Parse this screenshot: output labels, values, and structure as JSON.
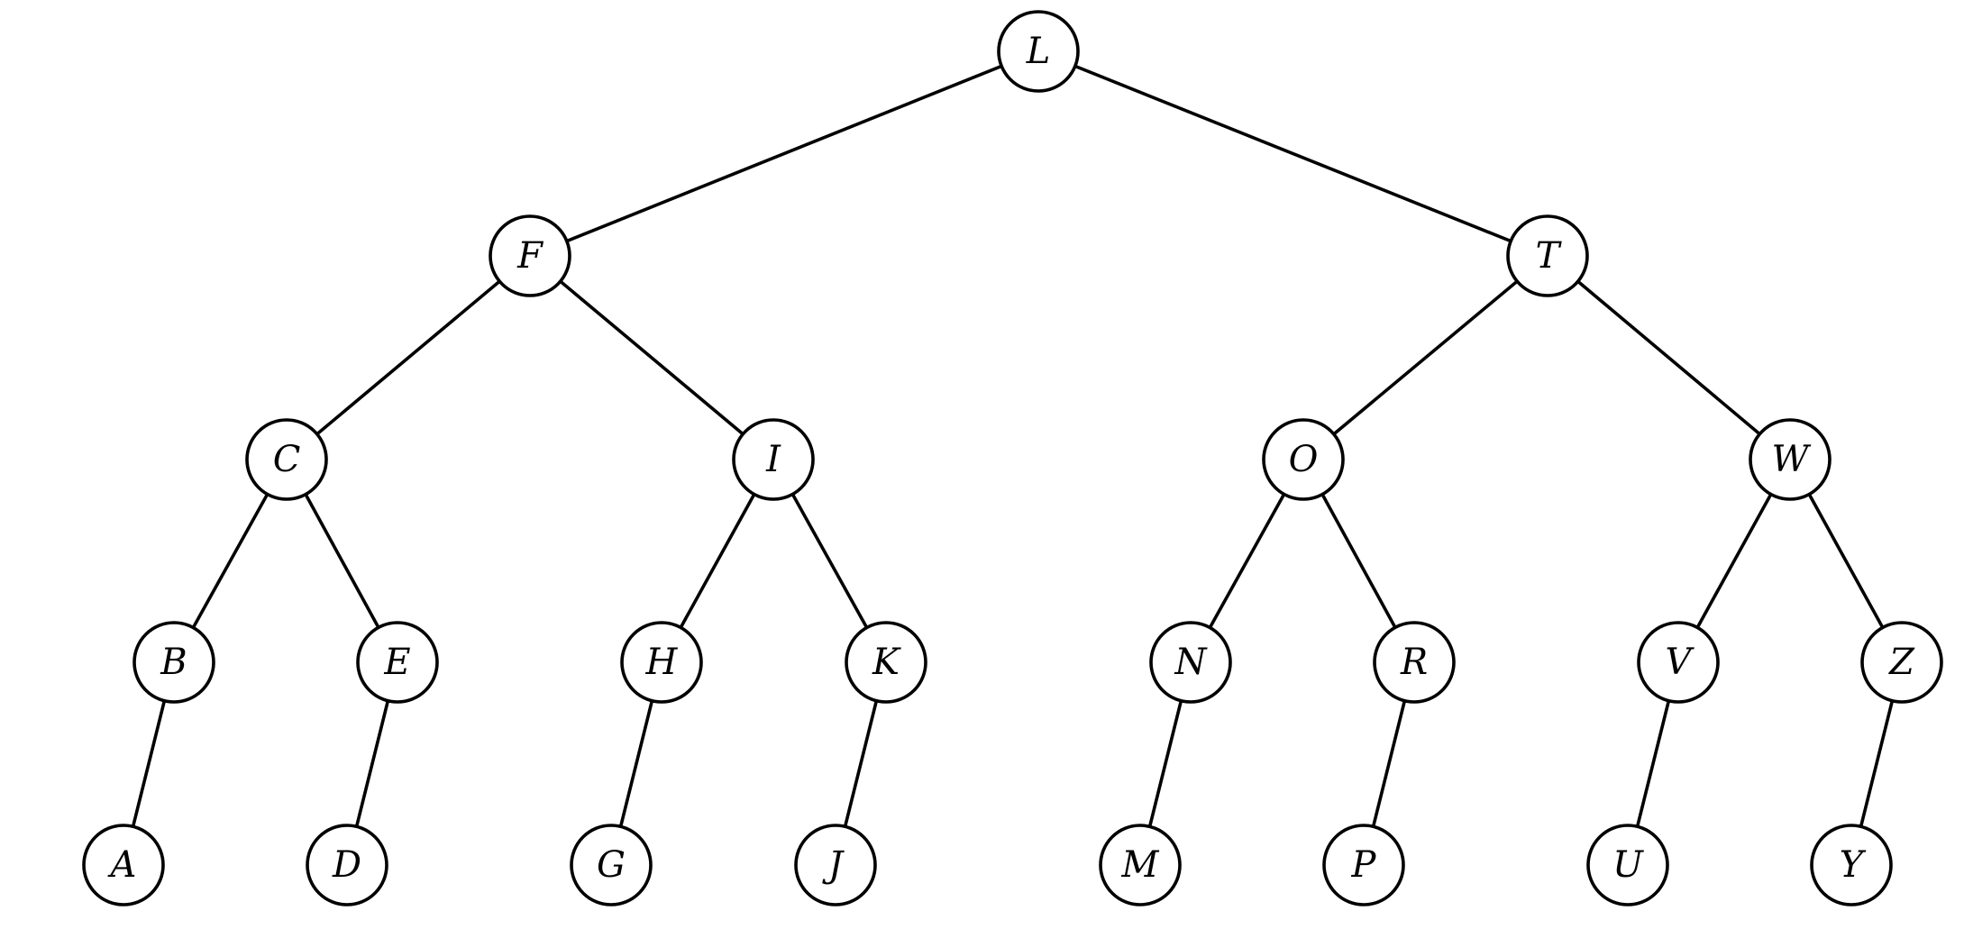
{
  "tree": {
    "root": "L",
    "nodes": [
      {
        "id": "L",
        "label": "L"
      },
      {
        "id": "F",
        "label": "F"
      },
      {
        "id": "T",
        "label": "T"
      },
      {
        "id": "C",
        "label": "C"
      },
      {
        "id": "I",
        "label": "I"
      },
      {
        "id": "O",
        "label": "O"
      },
      {
        "id": "W",
        "label": "W"
      },
      {
        "id": "B",
        "label": "B"
      },
      {
        "id": "E",
        "label": "E"
      },
      {
        "id": "H",
        "label": "H"
      },
      {
        "id": "K",
        "label": "K"
      },
      {
        "id": "N",
        "label": "N"
      },
      {
        "id": "R",
        "label": "R"
      },
      {
        "id": "V",
        "label": "V"
      },
      {
        "id": "Z",
        "label": "Z"
      },
      {
        "id": "A",
        "label": "A"
      },
      {
        "id": "D",
        "label": "D"
      },
      {
        "id": "G",
        "label": "G"
      },
      {
        "id": "J",
        "label": "J"
      },
      {
        "id": "M",
        "label": "M"
      },
      {
        "id": "P",
        "label": "P"
      },
      {
        "id": "U",
        "label": "U"
      },
      {
        "id": "Y",
        "label": "Y"
      }
    ],
    "edges": [
      [
        "L",
        "F"
      ],
      [
        "L",
        "T"
      ],
      [
        "F",
        "C"
      ],
      [
        "F",
        "I"
      ],
      [
        "T",
        "O"
      ],
      [
        "T",
        "W"
      ],
      [
        "C",
        "B"
      ],
      [
        "C",
        "E"
      ],
      [
        "I",
        "H"
      ],
      [
        "I",
        "K"
      ],
      [
        "O",
        "N"
      ],
      [
        "O",
        "R"
      ],
      [
        "W",
        "V"
      ],
      [
        "W",
        "Z"
      ],
      [
        "B",
        "A"
      ],
      [
        "E",
        "D"
      ],
      [
        "H",
        "G"
      ],
      [
        "K",
        "J"
      ],
      [
        "N",
        "M"
      ],
      [
        "R",
        "P"
      ],
      [
        "V",
        "U"
      ],
      [
        "Z",
        "Y"
      ]
    ]
  }
}
